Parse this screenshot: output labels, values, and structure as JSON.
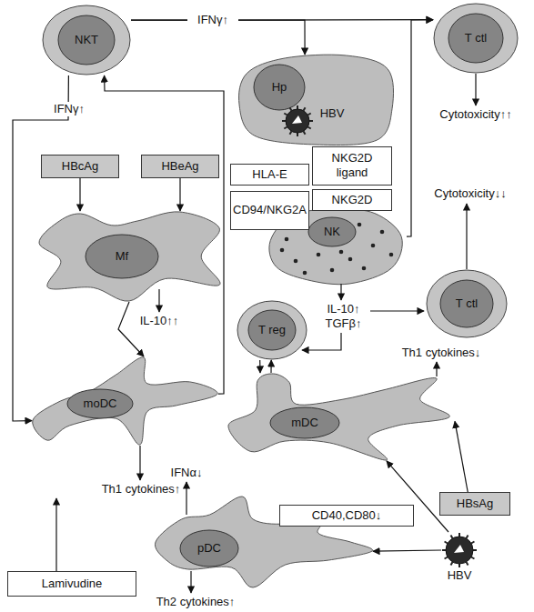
{
  "diagram": {
    "nodes": [
      {
        "text": [
          "NKT"
        ]
      },
      {
        "text": [
          "T ctl"
        ]
      },
      {
        "text": [
          "Hp"
        ]
      },
      {
        "text": [
          "HBV"
        ],
        "in": 2
      },
      {
        "text": [
          "HLA-E"
        ]
      },
      {
        "text": [
          "NKG2D ligand"
        ]
      },
      {
        "text": [
          "CD94/NKG2A"
        ]
      },
      {
        "text": [
          "NKG2D"
        ]
      },
      {
        "text": [
          "NK"
        ]
      },
      {
        "text": [
          "HBcAg"
        ]
      },
      {
        "text": [
          "HBeAg"
        ]
      },
      {
        "text": [
          "Mf"
        ]
      },
      {
        "text": [
          "T ctl"
        ]
      },
      {
        "text": [
          "T reg"
        ]
      },
      {
        "text": [
          "moDC"
        ]
      },
      {
        "text": [
          "mDC"
        ]
      },
      {
        "text": [
          "pDC"
        ]
      },
      {
        "text": [
          "CD40,CD80↓"
        ]
      },
      {
        "text": [
          "HBsAg"
        ]
      },
      {
        "text": [
          "HBV"
        ]
      },
      {
        "text": [
          "Lamivudine"
        ]
      }
    ],
    "edges": [
      {
        "from": 0,
        "to": 1,
        "label": "IFNγ↑",
        "arrow": "to"
      },
      {
        "from": 0,
        "to": 2,
        "arrow": "to"
      },
      {
        "from": 0,
        "to": 14,
        "label": "IFNγ↑",
        "arrow": "to"
      },
      {
        "from": 9,
        "to": 11,
        "arrow": "to"
      },
      {
        "from": 10,
        "to": 11,
        "arrow": "to"
      },
      {
        "from": 11,
        "to": 14,
        "arrow": "to"
      },
      {
        "from": 14,
        "to": 0,
        "arrow": "to"
      },
      {
        "from": 8,
        "to": 1,
        "arrow": "to"
      },
      {
        "from": 13,
        "to": 15,
        "arrow": "to"
      },
      {
        "from": 15,
        "to": 13,
        "arrow": "to"
      },
      {
        "from": 18,
        "to": 15,
        "arrow": "to"
      },
      {
        "from": 19,
        "to": 15,
        "arrow": "to"
      },
      {
        "from": 19,
        "to": 16,
        "arrow": "to"
      }
    ],
    "labels": [
      "Cytotoxicity↑↑",
      "IL-10↑↑",
      "Cytotoxicity↓↓",
      "IL-10↑ TGFβ↑",
      "Th1 cytokines↓",
      "Th1 cytokines↑",
      "IFNα↓",
      "Th2 cytokines↑"
    ]
  }
}
